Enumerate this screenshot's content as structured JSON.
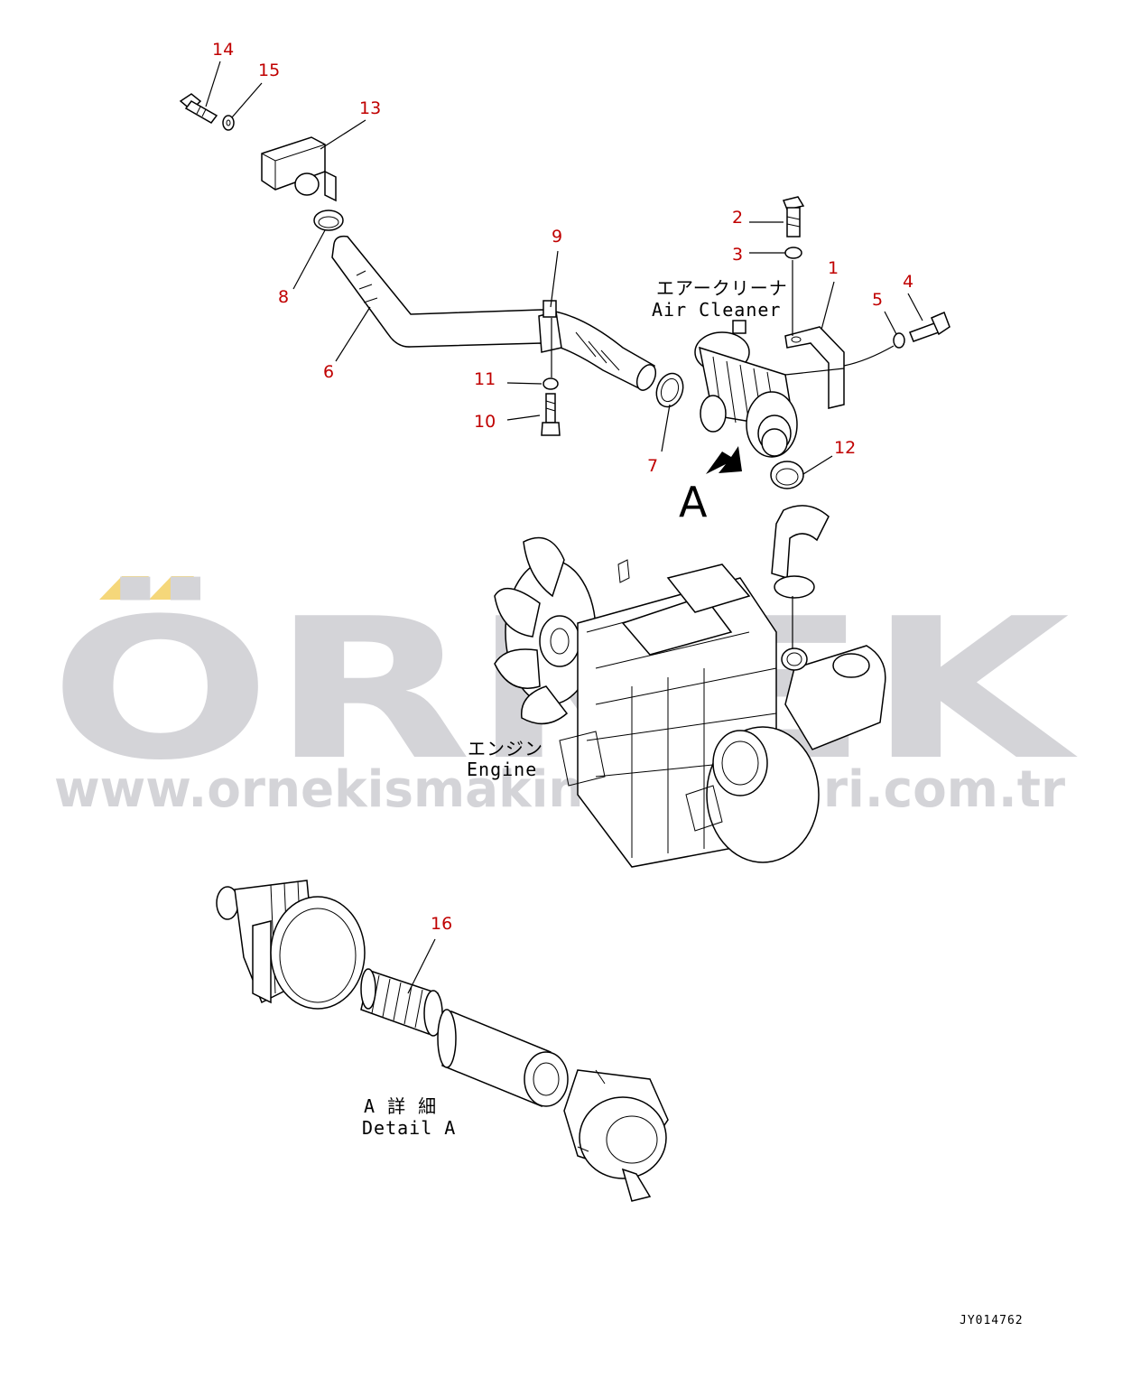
{
  "watermark": {
    "brand": "ÖRNEK",
    "url": "www.ornekismakinaparcalari.com.tr",
    "accent_color": "#f5d77a",
    "text_color": "#d4d4d8"
  },
  "labels": {
    "air_cleaner_jp": "エアークリーナ",
    "air_cleaner_en": "Air Cleaner",
    "engine_jp": "エンジン",
    "engine_en": "Engine",
    "detail_jp": "A 詳 細",
    "detail_en": "Detail A",
    "view_marker": "A",
    "drawing_code": "JY014762"
  },
  "callouts": [
    "1",
    "2",
    "3",
    "4",
    "5",
    "6",
    "7",
    "8",
    "9",
    "10",
    "11",
    "12",
    "13",
    "14",
    "15",
    "16"
  ],
  "callout_color": "#c00000"
}
